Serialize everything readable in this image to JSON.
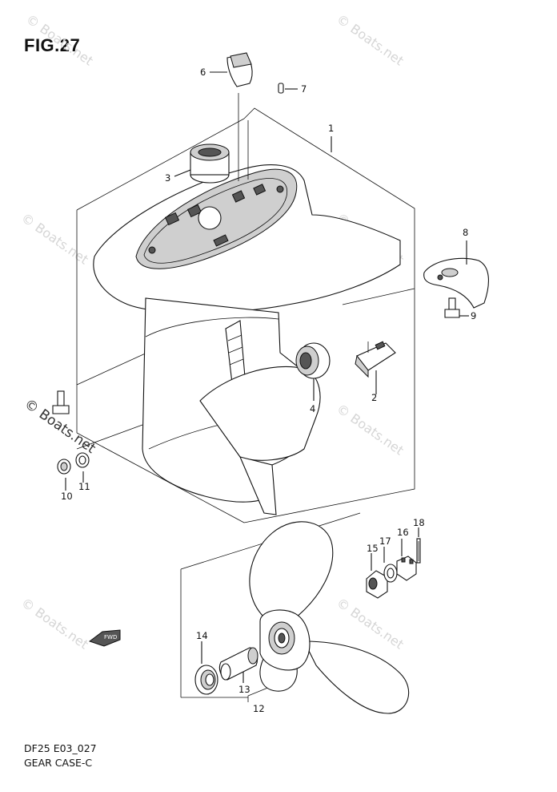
{
  "figure": {
    "title": "FIG.27",
    "code": "DF25 E03_027",
    "name": "GEAR CASE-C",
    "fwd_tag": "FWD"
  },
  "watermarks": {
    "text": "© Boats.net"
  },
  "callouts": [
    {
      "id": "c1",
      "label": "1"
    },
    {
      "id": "c2",
      "label": "2"
    },
    {
      "id": "c3",
      "label": "3"
    },
    {
      "id": "c4",
      "label": "4"
    },
    {
      "id": "c6",
      "label": "6"
    },
    {
      "id": "c7",
      "label": "7"
    },
    {
      "id": "c8",
      "label": "8"
    },
    {
      "id": "c9",
      "label": "9"
    },
    {
      "id": "c10",
      "label": "10"
    },
    {
      "id": "c11",
      "label": "11"
    },
    {
      "id": "c12",
      "label": "12"
    },
    {
      "id": "c13",
      "label": "13"
    },
    {
      "id": "c14",
      "label": "14"
    },
    {
      "id": "c15",
      "label": "15"
    },
    {
      "id": "c16",
      "label": "16"
    },
    {
      "id": "c17",
      "label": "17"
    },
    {
      "id": "c18",
      "label": "18"
    }
  ]
}
